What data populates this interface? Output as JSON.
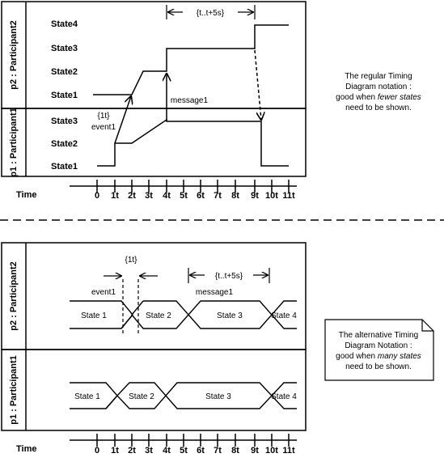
{
  "diagram1": {
    "participant_p2": "p2 : Participant2",
    "participant_p1": "p1 : Participant1",
    "p2_states": [
      "State4",
      "State3",
      "State2",
      "State1"
    ],
    "p1_states": [
      "State3",
      "State2",
      "State1"
    ],
    "constraint_interval": "{t..t+5s}",
    "event_constraint": "{1t}",
    "event_label": "event1",
    "message_label": "message1",
    "note": [
      "The regular Timing",
      "Diagram notation :",
      "good when ",
      "fewer states",
      "need to be shown."
    ]
  },
  "diagram2": {
    "participant_p2": "p2 : Participant2",
    "participant_p1": "p1 : Participant1",
    "p2_states": [
      "State 1",
      "State 2",
      "State 3",
      "State 4"
    ],
    "p1_states": [
      "State 1",
      "State 2",
      "State 3",
      "State 4"
    ],
    "constraint_short": "{1t}",
    "constraint_interval": "{t..t+5s}",
    "event_label": "event1",
    "message_label": "message1",
    "note": [
      "The alternative Timing",
      "Diagram Notation :",
      "good when ",
      "many states",
      "need to be shown."
    ]
  },
  "time_axis": {
    "label": "Time",
    "ticks": [
      "0",
      "1t",
      "2t",
      "3t",
      "4t",
      "5t",
      "6t",
      "7t",
      "8t",
      "9t",
      "10t",
      "11t"
    ]
  }
}
